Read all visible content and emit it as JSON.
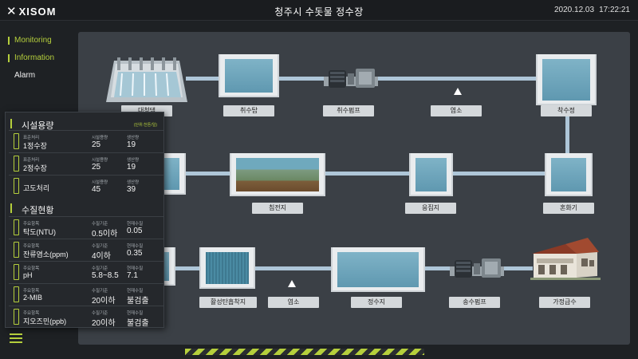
{
  "app": {
    "logo": "XISOM",
    "title": "청주시 수돗물 정수장",
    "date": "2020.12.03",
    "time": "17:22:21"
  },
  "nav": [
    {
      "label": "Monitoring"
    },
    {
      "label": "Information"
    },
    {
      "label": "Alarm"
    }
  ],
  "process_labels": {
    "dam": "대청댐",
    "intake_tower": "취수탑",
    "intake_pump": "취수펌프",
    "chlorine_1": "염소",
    "receiving_well": "착수정",
    "settling_basin": "침전지",
    "coagulation": "응집지",
    "mixing": "혼화기",
    "activated_carbon": "활성탄흡착지",
    "chlorine_2": "염소",
    "clear_well": "정수지",
    "delivery_pump": "송수펌프",
    "home_supply": "가정급수"
  },
  "facility": {
    "title": "시설용량",
    "unit": "(단위:천톤/일)",
    "rows": [
      {
        "small": "표준처리",
        "name": "1정수장",
        "cap1": "시설용량",
        "val1": "25",
        "cap2": "생산량",
        "val2": "19"
      },
      {
        "small": "표준처리",
        "name": "2정수장",
        "cap1": "시설용량",
        "val1": "25",
        "cap2": "생산량",
        "val2": "19"
      },
      {
        "small": "",
        "name": "고도처리",
        "cap1": "시설용량",
        "val1": "45",
        "cap2": "생산량",
        "val2": "39"
      }
    ]
  },
  "quality": {
    "title": "수질현황",
    "rows": [
      {
        "small": "주요항목",
        "name": "탁도(NTU)",
        "cap1": "수질기준",
        "val1": "0.5이하",
        "cap2": "현재수질",
        "val2": "0.05"
      },
      {
        "small": "주요항목",
        "name": "잔류염소(ppm)",
        "cap1": "수질기준",
        "val1": "4이하",
        "cap2": "현재수질",
        "val2": "0.35"
      },
      {
        "small": "주요항목",
        "name": "pH",
        "cap1": "수질기준",
        "val1": "5.8~8.5",
        "cap2": "현재수질",
        "val2": "7.1"
      },
      {
        "small": "주요항목",
        "name": "2-MIB",
        "cap1": "수질기준",
        "val1": "20이하",
        "cap2": "현재수질",
        "val2": "불검출"
      },
      {
        "small": "주요항목",
        "name": "지오즈민(ppb)",
        "cap1": "수질기준",
        "val1": "20이하",
        "cap2": "현재수질",
        "val2": "불검출"
      }
    ]
  },
  "colors": {
    "accent": "#b5cf3c",
    "pipe": "#aec6d8",
    "water": "#6fa9bd",
    "background": "#1e2124",
    "canvas": "#3b4046"
  },
  "icons": {
    "logo": "xisom-x-icon",
    "menu": "hamburger-menu-icon",
    "pump": "pump-icon",
    "house": "house-icon",
    "chlorine": "triangle-marker-icon"
  }
}
